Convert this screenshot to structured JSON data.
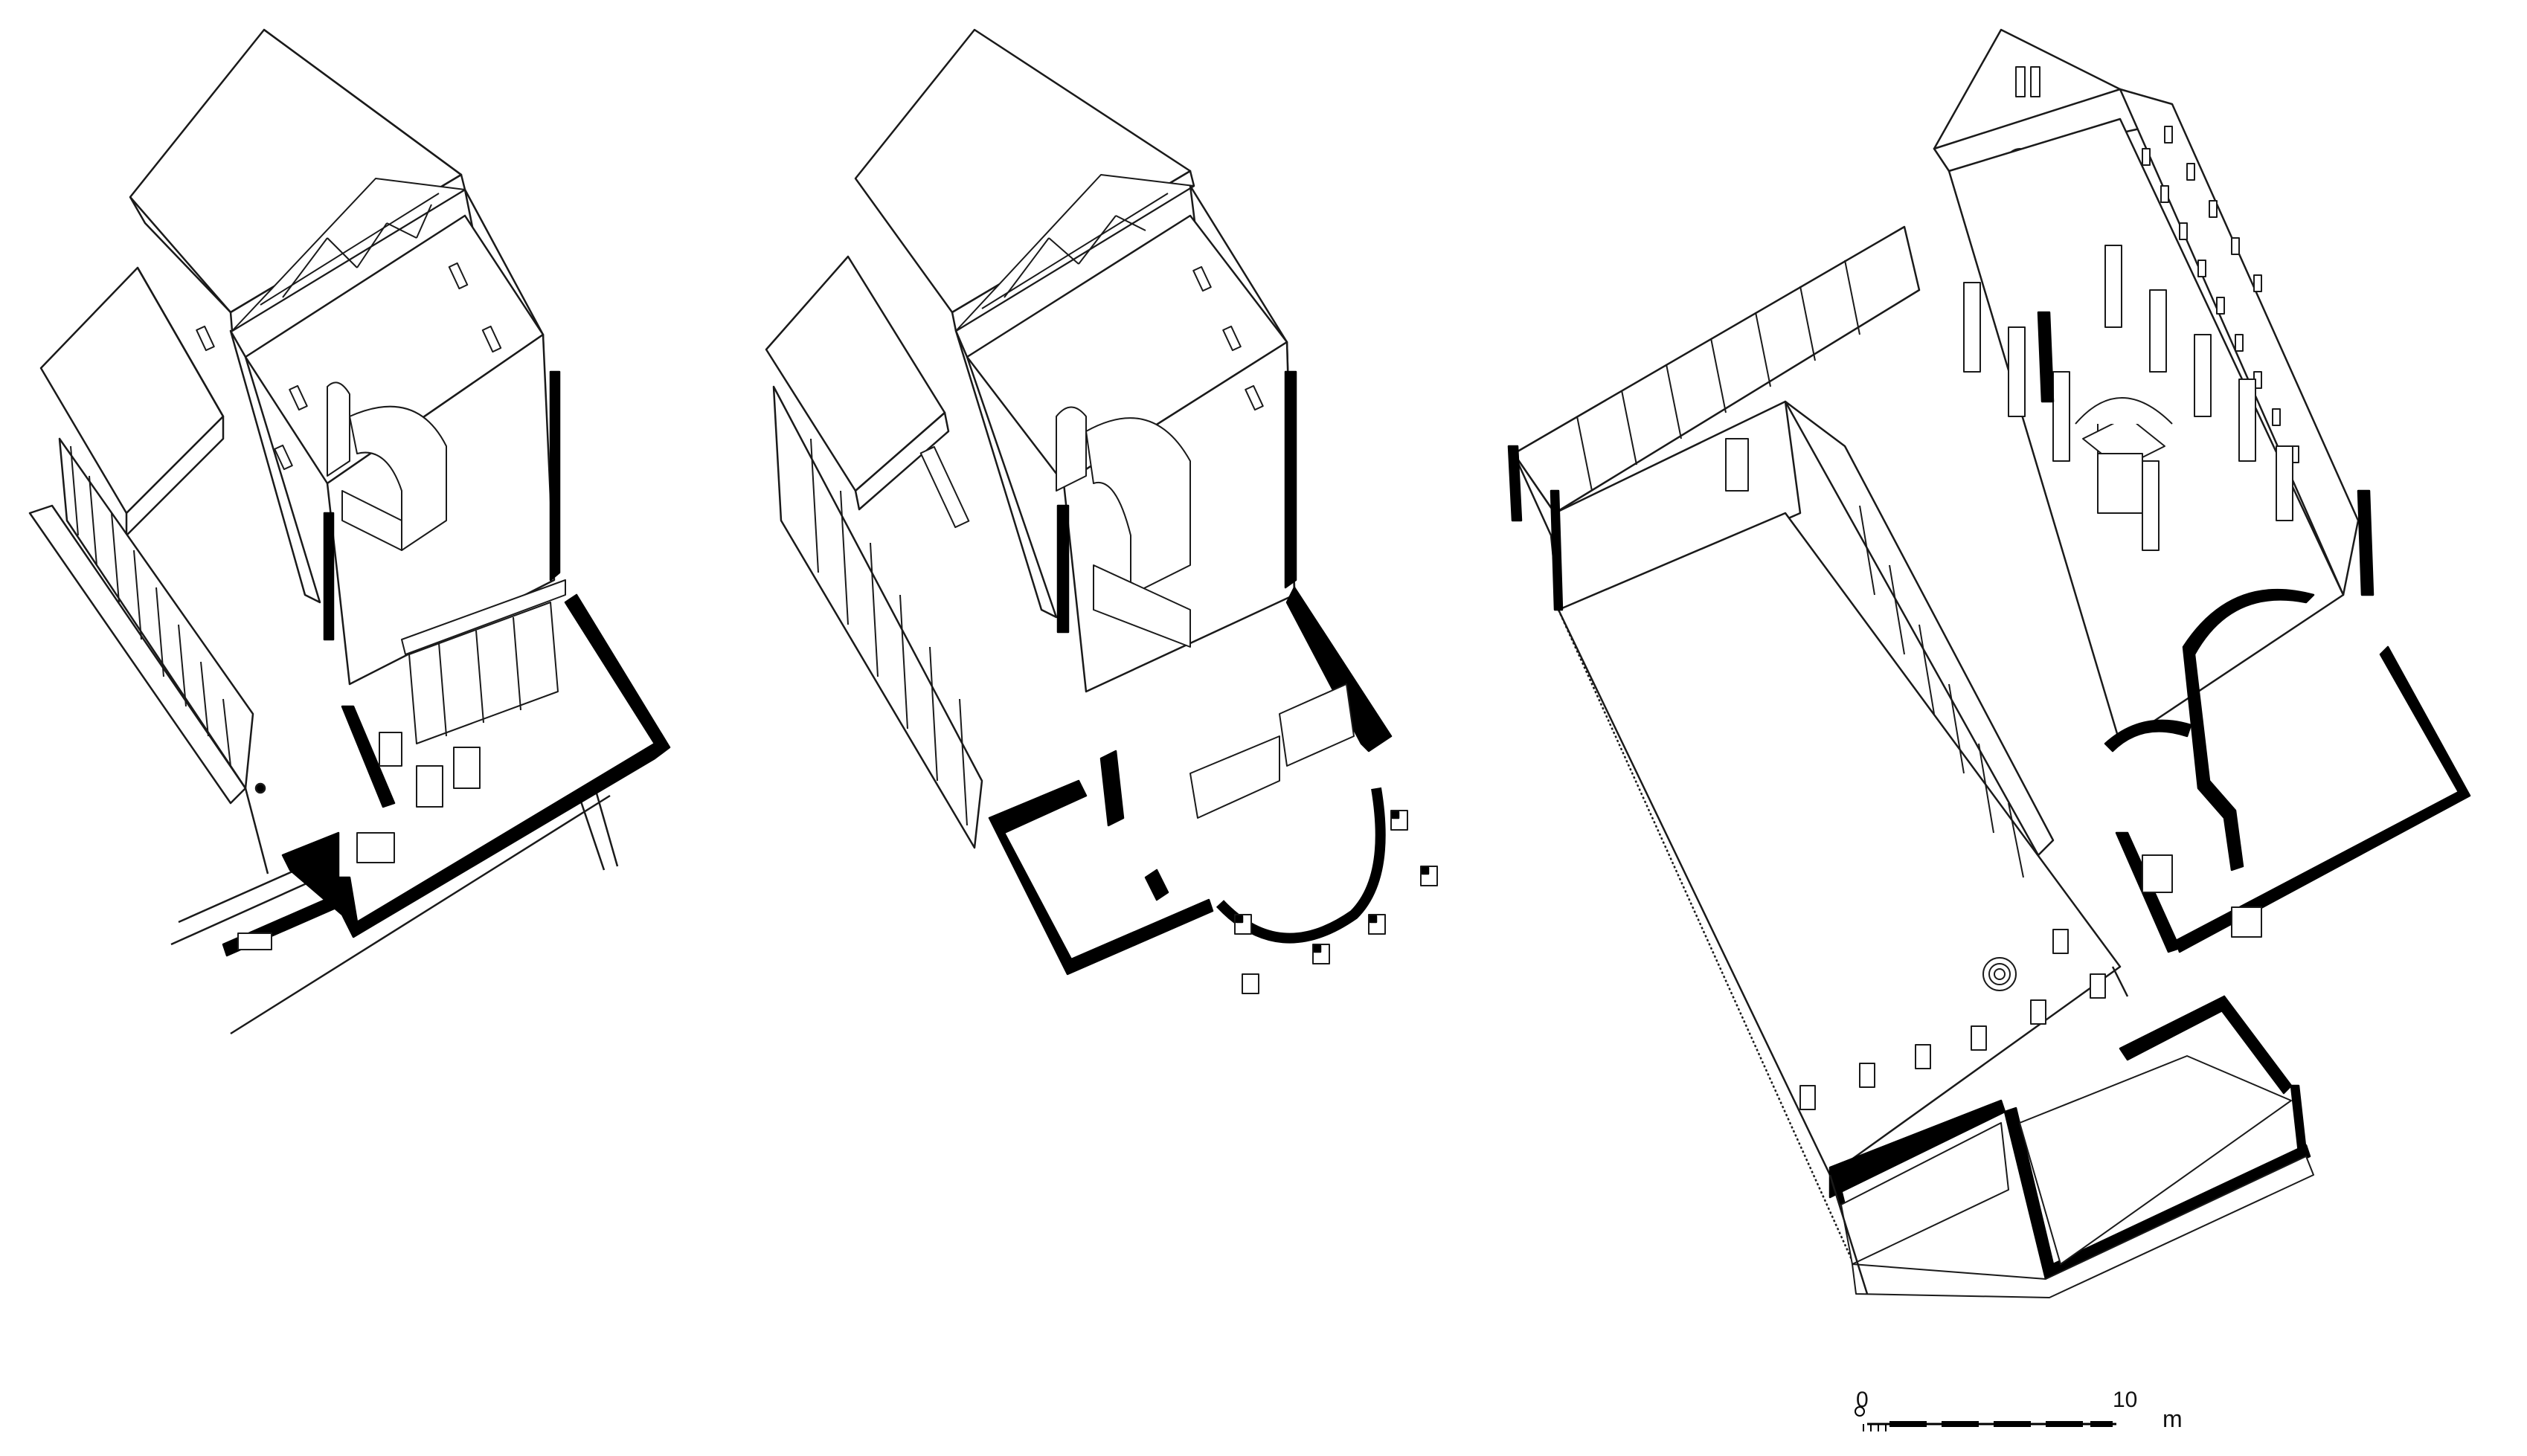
{
  "figure": {
    "drawings": [
      {
        "name": "axonometric-phase-1",
        "description_label": ""
      },
      {
        "name": "axonometric-phase-2",
        "description_label": ""
      },
      {
        "name": "axonometric-phase-3",
        "description_label": ""
      }
    ],
    "scale_bar": {
      "start_label": "0",
      "end_label": "10",
      "unit_label": "m"
    },
    "colors": {
      "line": "#1a1a1a",
      "wall_cut": "#000000",
      "paper": "#ffffff"
    }
  }
}
